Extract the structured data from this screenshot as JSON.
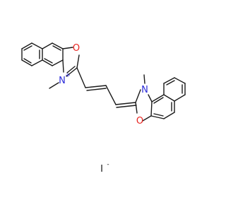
{
  "molecule": {
    "atoms": {
      "o1": "O",
      "n1": "N",
      "n1_charge": "+",
      "me1": "",
      "o2": "O",
      "n2": "N",
      "me2": ""
    },
    "counterion": {
      "symbol": "I",
      "charge": "-"
    }
  },
  "colors": {
    "bond": "#1a1a1a",
    "oxygen": "#e8231f",
    "nitrogen": "#2b2bd8",
    "carbon_text": "#1a1a1a"
  }
}
